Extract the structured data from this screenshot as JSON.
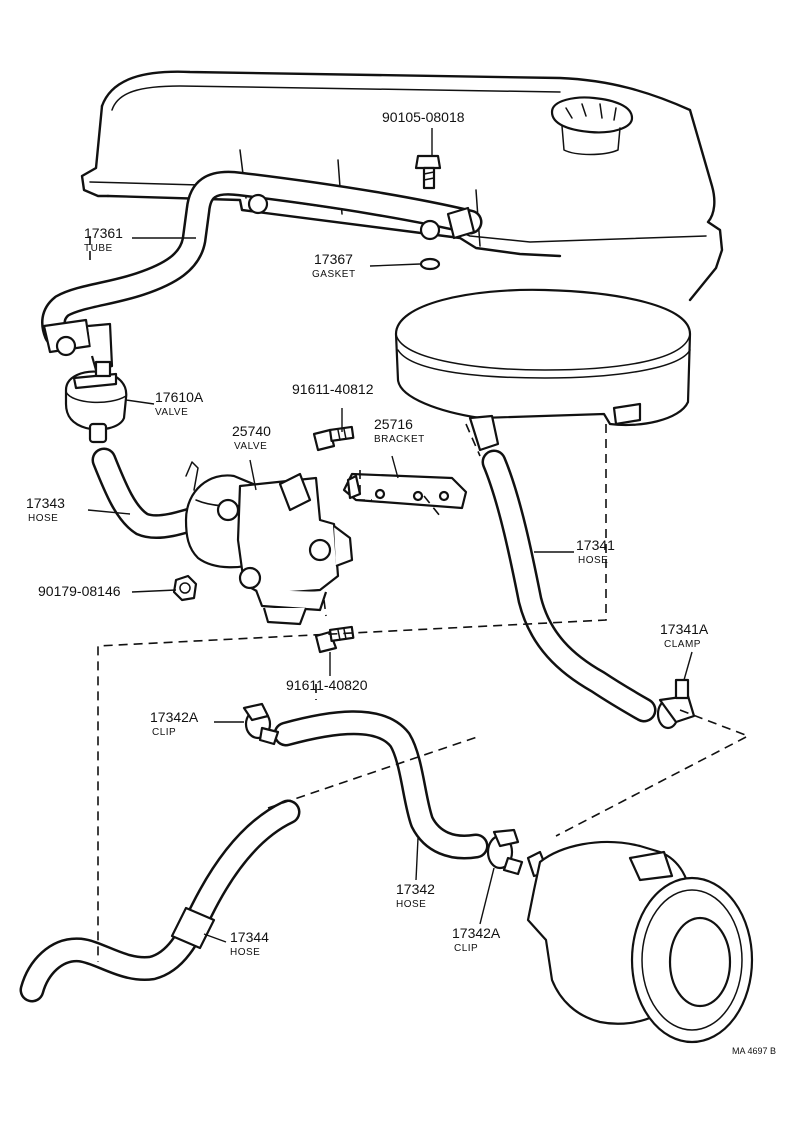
{
  "parts": [
    {
      "key": "p90105_08018",
      "number": "90105-08018",
      "name": ""
    },
    {
      "key": "p17361",
      "number": "17361",
      "name": "TUBE"
    },
    {
      "key": "p17367",
      "number": "17367",
      "name": "GASKET"
    },
    {
      "key": "p17610a",
      "number": "17610A",
      "name": "VALVE"
    },
    {
      "key": "p91611_40812",
      "number": "91611-40812",
      "name": ""
    },
    {
      "key": "p25740",
      "number": "25740",
      "name": "VALVE"
    },
    {
      "key": "p25716",
      "number": "25716",
      "name": "BRACKET"
    },
    {
      "key": "p17343",
      "number": "17343",
      "name": "HOSE"
    },
    {
      "key": "p17341",
      "number": "17341",
      "name": "HOSE"
    },
    {
      "key": "p90179_08146",
      "number": "90179-08146",
      "name": ""
    },
    {
      "key": "p17341a",
      "number": "17341A",
      "name": "CLAMP"
    },
    {
      "key": "p91611_40820",
      "number": "91611-40820",
      "name": ""
    },
    {
      "key": "p17342a_top",
      "number": "17342A",
      "name": "CLIP"
    },
    {
      "key": "p17342",
      "number": "17342",
      "name": "HOSE"
    },
    {
      "key": "p17344",
      "number": "17344",
      "name": "HOSE"
    },
    {
      "key": "p17342a_bottom",
      "number": "17342A",
      "name": "CLIP"
    }
  ],
  "labels": {
    "p90105_08018": {
      "number": "90105-08018"
    },
    "p17361": {
      "number": "17361",
      "name": "TUBE"
    },
    "p17367": {
      "number": "17367",
      "name": "GASKET"
    },
    "p17610a": {
      "number": "17610A",
      "name": "VALVE"
    },
    "p91611_40812": {
      "number": "91611-40812"
    },
    "p25740": {
      "number": "25740",
      "name": "VALVE"
    },
    "p25716": {
      "number": "25716",
      "name": "BRACKET"
    },
    "p17343": {
      "number": "17343",
      "name": "HOSE"
    },
    "p17341": {
      "number": "17341",
      "name": "HOSE"
    },
    "p90179_08146": {
      "number": "90179-08146"
    },
    "p17341a": {
      "number": "17341A",
      "name": "CLAMP"
    },
    "p91611_40820": {
      "number": "91611-40820"
    },
    "p17342a_top": {
      "number": "17342A",
      "name": "CLIP"
    },
    "p17342": {
      "number": "17342",
      "name": "HOSE"
    },
    "p17344": {
      "number": "17344",
      "name": "HOSE"
    },
    "p17342a_bottom": {
      "number": "17342A",
      "name": "CLIP"
    }
  },
  "reference_code": "MA 4697 B"
}
